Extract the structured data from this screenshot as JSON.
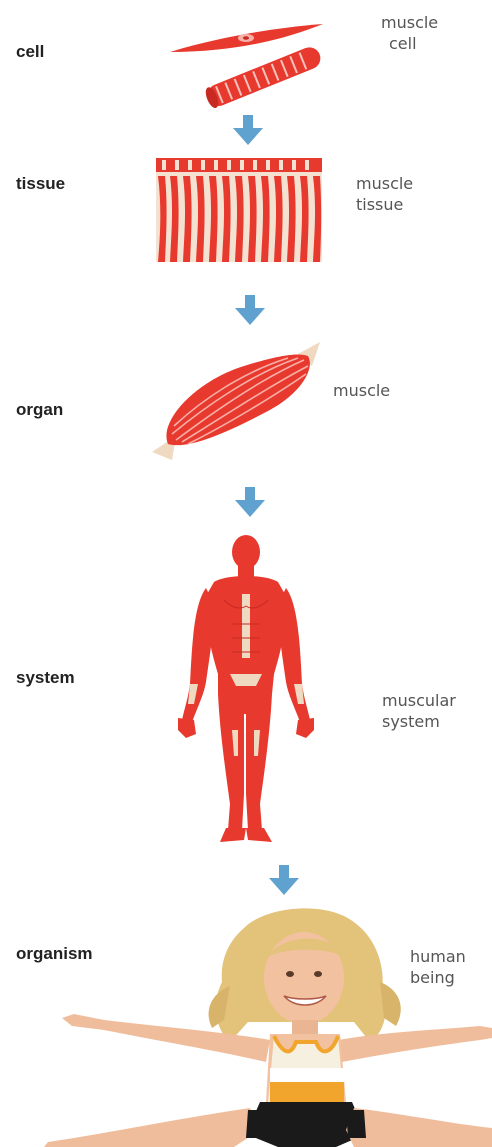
{
  "levels": [
    {
      "label": "cell",
      "caption": [
        "muscle",
        "cell"
      ]
    },
    {
      "label": "tissue",
      "caption": [
        "muscle",
        "tissue"
      ]
    },
    {
      "label": "organ",
      "caption": [
        "muscle"
      ]
    },
    {
      "label": "system",
      "caption": [
        "muscular",
        "system"
      ]
    },
    {
      "label": "organism",
      "caption": [
        "human",
        "being"
      ]
    }
  ],
  "colors": {
    "muscle": "#e8392e",
    "muscle_dark": "#c62a22",
    "tendon": "#efd9c0",
    "arrow": "#5fa2cf"
  }
}
